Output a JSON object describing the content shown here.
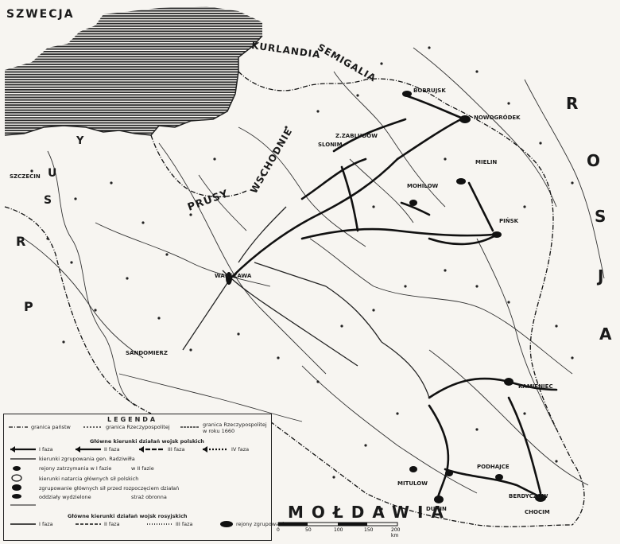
{
  "labels": {
    "sweden": "SZWECJA",
    "russia_r": "R",
    "russia_o": "O",
    "russia_s": "S",
    "russia_j": "J",
    "russia_a": "A",
    "kurlandia": "KURLANDIA",
    "semigalia": "SEMIGALIA",
    "prusy": "PRUSY",
    "wschodnie": "WSCHODNIE",
    "moldawia": "MOŁDAWIA",
    "p_left": "P",
    "r_left": "R",
    "u_left": "U",
    "s_left": "S",
    "y_left": "Y"
  },
  "cities": {
    "bobrujsk": "BOBRUJSK",
    "nowogrodek": "NOWOGRÓDEK",
    "mohylew": "MOHILOW",
    "mielin": "MIELIN",
    "pinsk": "PIŃSK",
    "warszawa": "WARSZAWA",
    "kamieniec": "KAMIENIEC",
    "berdyczow": "BERDYCZÓW",
    "mitulow": "MITULOW",
    "dunin": "DUNIN",
    "szczecin": "SZCZECIN",
    "sandomierz": "SANDOMIERZ",
    "slonim": "SLONIM",
    "zabludow": "Z.ZABLUDÓW",
    "podhajce": "PODHAJCE",
    "chocim": "CHOCIM"
  },
  "legend": {
    "title": "LEGENDA",
    "row1a": "granica państw",
    "row1b": "granica Rzeczypospolitej",
    "row1c": "granica Rzeczypospolitej w roku 1660",
    "row2": "Główne kierunki działań wojsk polskich",
    "phase1": "I faza",
    "phase2": "II faza",
    "phase3": "III faza",
    "phase4": "IV faza",
    "row4": "kierunki zgrupowania gen. Radziwiłła",
    "row5": "rejony zatrzymania w I fazie",
    "row5b": "w II fazie",
    "row6": "kierunki natarcia głównych sił polskich",
    "row7": "zgrupowanie głównych sił przed rozpoczęciem działań",
    "row8": "oddziały wydzielone",
    "row8b": "straż obronna",
    "row9": "Główne kierunki działań wojsk rosyjskich",
    "row10a": "I faza",
    "row10b": "II faza",
    "row10c": "III faza",
    "row10d": "rejony zgrupowania"
  },
  "scale": {
    "s0": "0",
    "s50": "50",
    "s100": "100",
    "s150": "150",
    "s200 km": "200 km"
  },
  "colors": {
    "ink": "#1a1a1a",
    "paper": "#f7f5f1",
    "sea_hatch": "#2a2a2a"
  }
}
